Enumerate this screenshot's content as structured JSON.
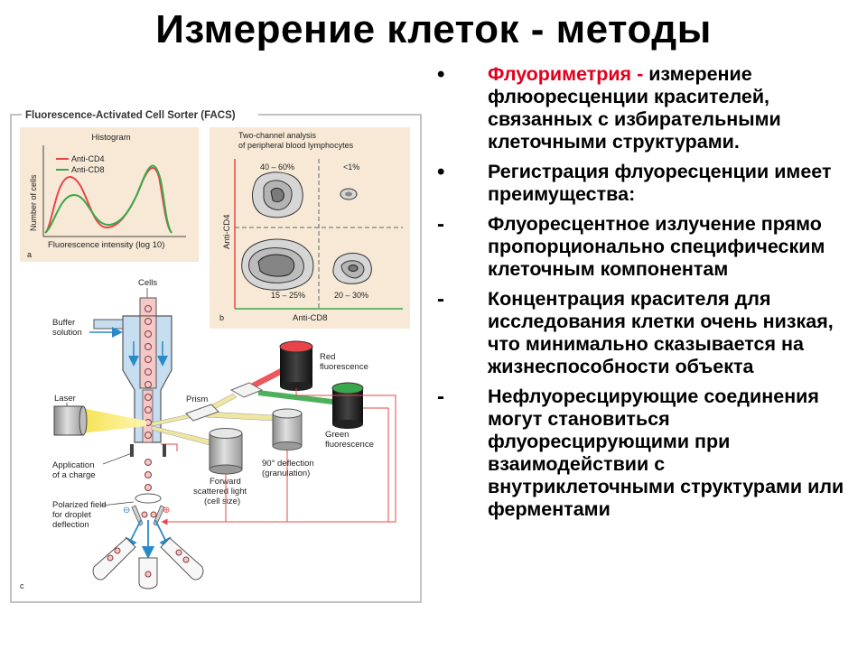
{
  "title": "Измерение клеток - методы",
  "figure": {
    "frame_title": "Fluorescence-Activated Cell Sorter (FACS)",
    "panel_a": {
      "title": "Histogram",
      "ylabel": "Number of cells",
      "xlabel": "Fluorescence intensity (log 10)",
      "letter": "a",
      "legend": [
        {
          "label": "Anti-CD4",
          "color": "#e8454a"
        },
        {
          "label": "Anti-CD8",
          "color": "#3aa84a"
        }
      ]
    },
    "panel_b": {
      "title_line1": "Two-channel analysis",
      "title_line2": "of peripheral blood lymphocytes",
      "ylabel": "Anti-CD4",
      "xlabel": "Anti-CD8",
      "letter": "b",
      "quadrants": {
        "top_left": "40 – 60%",
        "top_right": "<1%",
        "bottom_left": "15 – 25%",
        "bottom_right": "20 – 30%"
      }
    },
    "panel_c": {
      "letter": "c",
      "cells": "Cells",
      "buffer_line1": "Buffer",
      "buffer_line2": "solution",
      "laser": "Laser",
      "prism": "Prism",
      "red_line1": "Red",
      "red_line2": "fluorescence",
      "green_line1": "Green",
      "green_line2": "fluorescence",
      "deflection_line1": "90° deflection",
      "deflection_line2": "(granulation)",
      "forward_line1": "Forward",
      "forward_line2": "scattered light",
      "forward_line3": "(cell size)",
      "charge_line1": "Application",
      "charge_line2": "of a charge",
      "field_line1": "Polarized field",
      "field_line2": "for droplet",
      "field_line3": "deflection",
      "minus": "⊖",
      "plus": "⊕"
    },
    "colors": {
      "panel_bg": "#f7e9d6",
      "red_signal": "#e8454a",
      "green_signal": "#3aa84a",
      "tube_blue": "#c7ddf0",
      "arrow_blue": "#2a8ac8"
    }
  },
  "bullets": [
    {
      "marker": "•",
      "lead": "Флуориметрия - ",
      "text": "измерение флюоресценции красителей, связанных с избирательными клеточными структурами."
    },
    {
      "marker": "•",
      "lead": "",
      "text": "Регистрация флуоресценции имеет преимущества:"
    },
    {
      "marker": "-",
      "lead": "",
      "text": "Флуоресцентное излучение прямо пропорционально специфическим клеточным компонентам"
    },
    {
      "marker": "-",
      "lead": "",
      "text": "Концентрация красителя для исследования клетки очень низкая, что минимально сказывается на жизнеспособности объекта"
    },
    {
      "marker": "-",
      "lead": "",
      "text": "Нефлуоресцирующие соединения могут становиться флуоресцирующими при взаимодействии с внутриклеточными структурами или ферментами"
    }
  ]
}
